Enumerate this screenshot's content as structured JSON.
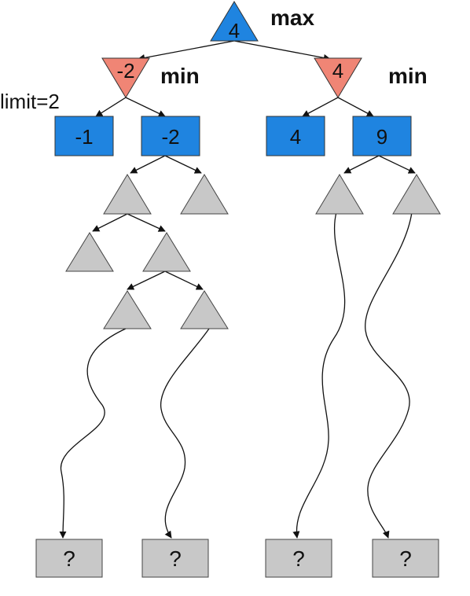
{
  "labels": {
    "max": "max",
    "min_left": "min",
    "min_right": "min",
    "limit": "limit=2"
  },
  "nodes": {
    "root": "4",
    "min_left": "-2",
    "min_right": "4",
    "leaf1": "-1",
    "leaf2": "-2",
    "leaf3": "4",
    "leaf4": "9",
    "unknown1": "?",
    "unknown2": "?",
    "unknown3": "?",
    "unknown4": "?"
  },
  "colors": {
    "max_node": "#1f84e0",
    "min_node": "#f08575",
    "leaf_box": "#1f84e0",
    "unexpanded": "#c8c8c8",
    "unknown_box": "#c8c8c8",
    "edge": "#111111"
  }
}
